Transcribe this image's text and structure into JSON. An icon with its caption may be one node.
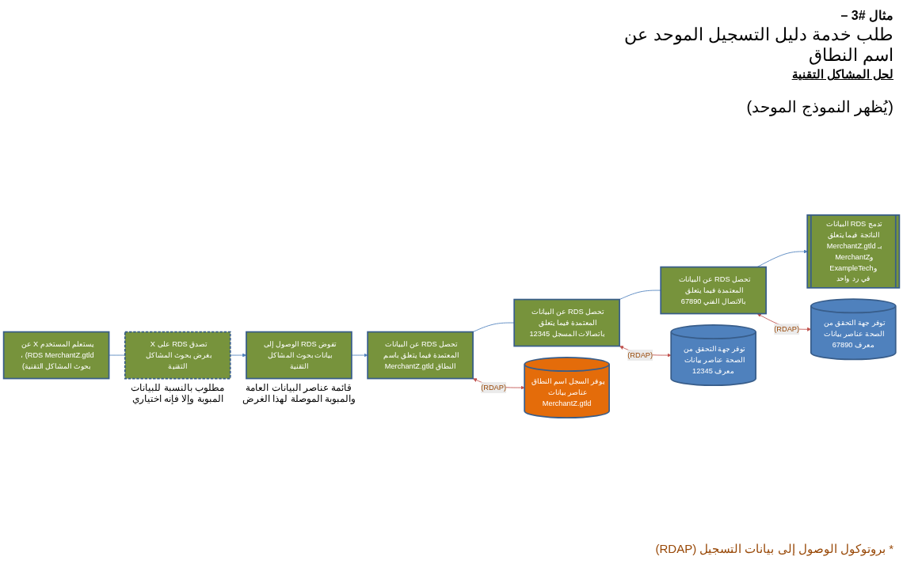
{
  "diagram": {
    "title": "مثال #3 –",
    "nodes": [
      {
        "text": [
          "يستعلم المستخدم X عن RDS MerchantZ.gtld) ، بحوث المشاكل التقنية)"
        ]
      },
      {
        "text": [
          "تصدق RDS على X بغرض بحوث المشاكل التقنية"
        ],
        "beside": [
          "مطلوب بالنسبة للبيانات المبوبة وإلا فإنه اختياري"
        ]
      },
      {
        "text": [
          "تفوض RDS الوصول إلى بيانات بحوث المشاكل التقنية"
        ],
        "beside": [
          "قائمة عناصر البيانات العامة والمبوبة الموصلة لهذا الغرض"
        ]
      },
      {
        "text": [
          "تحصل RDS عن البيانات المعتمدة فيما يتعلق باسم النطاق MerchantZ.gtld"
        ]
      },
      {
        "text": [
          "تحصل RDS عن البيانات المعتمدة فيما يتعلق باتصالات المسجل 12345"
        ]
      },
      {
        "text": [
          "تحصل RDS عن البيانات المعتمدة فيما يتعلق بالاتصال الفني 67890"
        ]
      },
      {
        "text": [
          "تدمج RDS البيانات الناتجة فيما يتعلق",
          "بـ MerchantZ.gtld وMerchantZ وExampleTech",
          "في رد واحد"
        ]
      },
      {
        "text": [
          "يوفر السجل اسم النطاق عناصر بيانات MerchantZ.gtld"
        ]
      },
      {
        "text": [
          "توفر جهة التحقق من الصحة عناصر بيانات معرف 12345"
        ]
      },
      {
        "text": [
          "توفر جهة التحقق من الصحة عناصر بيانات معرف 67890"
        ]
      }
    ],
    "edges": [
      {
        "from": 0,
        "to": 1,
        "arrow": "none"
      },
      {
        "from": 1,
        "to": 2,
        "arrow": "to"
      },
      {
        "from": 2,
        "to": 3,
        "arrow": "to"
      },
      {
        "from": 3,
        "to": 4,
        "arrow": "none"
      },
      {
        "from": 4,
        "to": 5,
        "arrow": "none"
      },
      {
        "from": 5,
        "to": 6,
        "arrow": "to"
      },
      {
        "from": 3,
        "to": 7,
        "arrow": "both",
        "label": "(RDAP)",
        "color": "#c0504d"
      },
      {
        "from": 4,
        "to": 8,
        "arrow": "both",
        "label": "(RDAP)",
        "color": "#c0504d"
      },
      {
        "from": 5,
        "to": 9,
        "arrow": "both",
        "label": "(RDAP)",
        "color": "#c0504d"
      }
    ],
    "labels": [
      "طلب خدمة دليل التسجيل الموحد عن اسم النطاق",
      "لحل المشاكل التقنية",
      "(يُظهر النموذج الموحد)",
      "* بروتوكول الوصول إلى بيانات التسجيل (RDAP)"
    ]
  }
}
